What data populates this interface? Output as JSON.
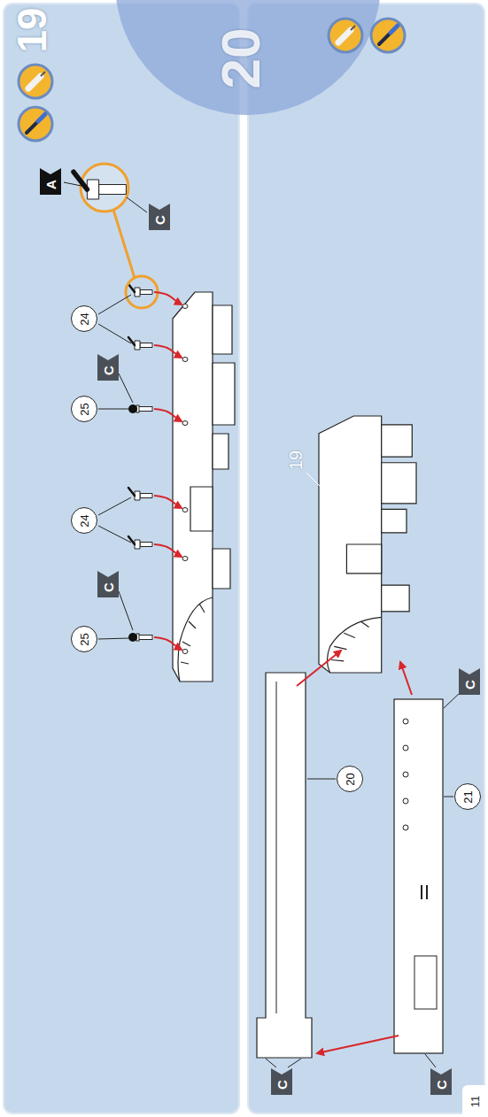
{
  "diagram": {
    "nodes": [
      {
        "text": [
          "A"
        ]
      },
      {
        "text": [
          "C"
        ]
      },
      {
        "text": [
          "24"
        ]
      },
      {
        "text": [
          "C"
        ]
      },
      {
        "text": [
          "25"
        ]
      },
      {
        "text": [
          "24"
        ]
      },
      {
        "text": [
          "C"
        ]
      },
      {
        "text": [
          "25"
        ]
      },
      {
        "text": [
          "20"
        ]
      },
      {
        "text": [
          "C"
        ]
      },
      {
        "text": [
          "21"
        ]
      },
      {
        "text": [
          "C"
        ]
      },
      {
        "text": [
          "C"
        ]
      },
      {
        "text": [
          "11"
        ]
      }
    ],
    "labels": [
      "19",
      "20",
      "19"
    ]
  }
}
